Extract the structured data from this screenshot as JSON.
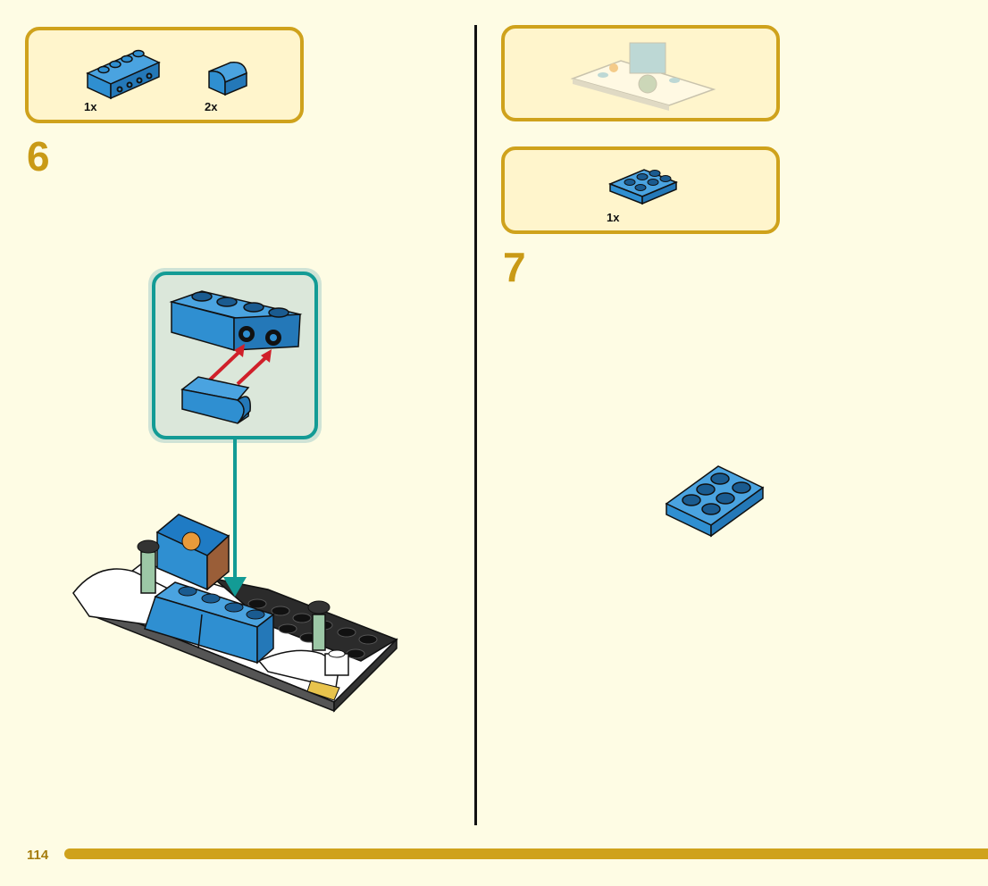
{
  "page": {
    "number": "114"
  },
  "steps": [
    {
      "number": "6",
      "parts": [
        {
          "name": "blue 1x4 brick with side studs",
          "qty": "1x",
          "icon": "brick-1x4-icon"
        },
        {
          "name": "blue curved slope",
          "qty": "2x",
          "icon": "curved-slope-icon"
        }
      ]
    },
    {
      "number": "7",
      "parts": [
        {
          "name": "blue 2x3 plate",
          "qty": "1x",
          "icon": "plate-2x3-icon"
        }
      ]
    }
  ],
  "colors": {
    "background": "#fefce4",
    "box_border": "#cfa21c",
    "box_fill": "#fff5cc",
    "step_number": "#c99a16",
    "lego_blue": "#2f8fd1",
    "callout_border": "#139b95",
    "callout_fill": "#d9e6d8",
    "arrow_red": "#d0202a"
  }
}
